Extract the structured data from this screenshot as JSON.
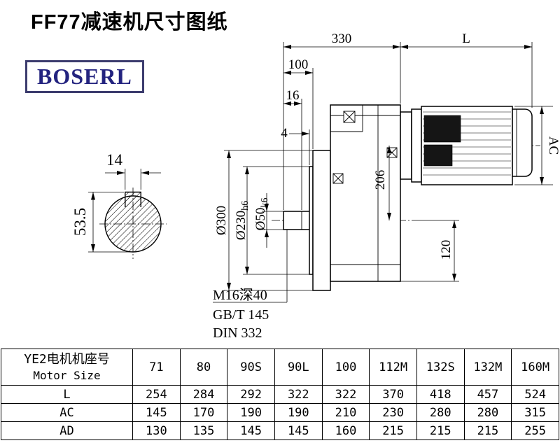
{
  "page": {
    "title": "FF77减速机尺寸图纸",
    "brand": "BOSERL"
  },
  "colors": {
    "brand_text": "#23237f",
    "logo_border": "#3c3c6e",
    "line": "#000000",
    "background": "#ffffff"
  },
  "drawing": {
    "dim_330": "330",
    "dim_L": "L",
    "dim_100": "100",
    "dim_16": "16",
    "dim_4": "4",
    "dim_d300": "Ø300",
    "dim_d230": "Ø230",
    "dim_d230_tol": "h6",
    "dim_d50": "Ø50",
    "dim_d50_tol": "k6",
    "dim_206": "206",
    "dim_AC": "AC",
    "dim_120": "120",
    "dim_14": "14",
    "dim_53_5": "53.5",
    "note_1": "M16深40",
    "note_2": "GB/T 145",
    "note_3": "DIN 332"
  },
  "table": {
    "header_label_cn": "YE2电机机座号",
    "header_label_en": "Motor Size",
    "motor_sizes": [
      "71",
      "80",
      "90S",
      "90L",
      "100",
      "112M",
      "132S",
      "132M",
      "160M"
    ],
    "rows": [
      {
        "label": "L",
        "values": [
          "254",
          "284",
          "292",
          "322",
          "322",
          "370",
          "418",
          "457",
          "524"
        ]
      },
      {
        "label": "AC",
        "values": [
          "145",
          "170",
          "190",
          "190",
          "210",
          "230",
          "280",
          "280",
          "315"
        ]
      },
      {
        "label": "AD",
        "values": [
          "130",
          "135",
          "145",
          "145",
          "160",
          "215",
          "215",
          "215",
          "255"
        ]
      }
    ]
  }
}
